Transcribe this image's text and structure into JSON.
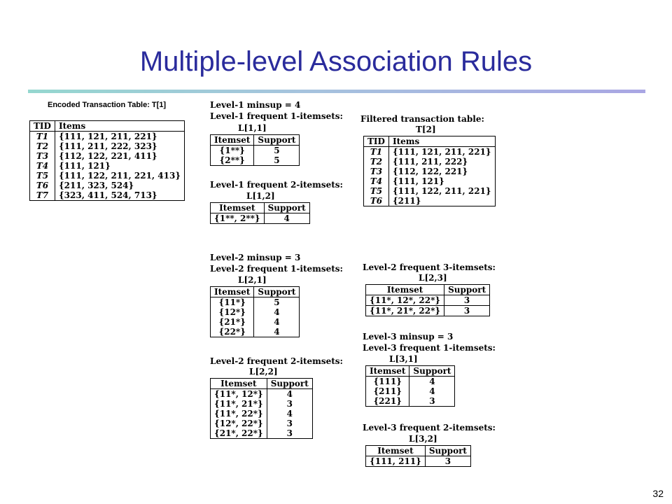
{
  "title": "Multiple-level Association Rules",
  "page_number": "32",
  "encoded_table": {
    "caption": "Encoded Transaction Table: T[1]",
    "headers": [
      "TID",
      "Items"
    ],
    "rows": [
      [
        "T1",
        "{111, 121, 211, 221}"
      ],
      [
        "T2",
        "{111, 211, 222, 323}"
      ],
      [
        "T3",
        "{112, 122, 221, 411}"
      ],
      [
        "T4",
        "{111, 121}"
      ],
      [
        "T5",
        "{111, 122, 211, 221, 413}"
      ],
      [
        "T6",
        "{211, 323, 524}"
      ],
      [
        "T7",
        "{323, 411, 524, 713}"
      ]
    ]
  },
  "level1": {
    "minsup": "Level-1 minsup = 4",
    "frequent1_caption": "Level-1 frequent 1-itemsets:",
    "l11_label": "L[1,1]",
    "l11": {
      "headers": [
        "Itemset",
        "Support"
      ],
      "rows": [
        [
          "{1**}",
          "5"
        ],
        [
          "{2**}",
          "5"
        ]
      ]
    },
    "frequent2_caption": "Level-1 frequent 2-itemsets:",
    "l12_label": "L[1,2]",
    "l12": {
      "headers": [
        "Itemset",
        "Support"
      ],
      "rows": [
        [
          "{1**, 2**}",
          "4"
        ]
      ]
    }
  },
  "filtered_table": {
    "caption": "Filtered transaction table:",
    "label": "T[2]",
    "headers": [
      "TID",
      "Items"
    ],
    "rows": [
      [
        "T1",
        "{111, 121, 211, 221}"
      ],
      [
        "T2",
        "{111, 211, 222}"
      ],
      [
        "T3",
        "{112, 122, 221}"
      ],
      [
        "T4",
        "{111, 121}"
      ],
      [
        "T5",
        "{111, 122, 211, 221}"
      ],
      [
        "T6",
        "{211}"
      ]
    ]
  },
  "level2": {
    "minsup": "Level-2 minsup = 3",
    "frequent1_caption": "Level-2 frequent 1-itemsets:",
    "l21_label": "L[2,1]",
    "l21": {
      "headers": [
        "Itemset",
        "Support"
      ],
      "rows": [
        [
          "{11*}",
          "5"
        ],
        [
          "{12*}",
          "4"
        ],
        [
          "{21*}",
          "4"
        ],
        [
          "{22*}",
          "4"
        ]
      ]
    },
    "frequent2_caption": "Level-2 frequent 2-itemsets:",
    "l22_label": "L[2,2]",
    "l22": {
      "headers": [
        "Itemset",
        "Support"
      ],
      "rows": [
        [
          "{11*, 12*}",
          "4"
        ],
        [
          "{11*, 21*}",
          "3"
        ],
        [
          "{11*, 22*}",
          "4"
        ],
        [
          "{12*, 22*}",
          "3"
        ],
        [
          "{21*, 22*}",
          "3"
        ]
      ]
    },
    "frequent3_caption": "Level-2 frequent 3-itemsets:",
    "l23_label": "L[2,3]",
    "l23": {
      "headers": [
        "Itemset",
        "Support"
      ],
      "rows": [
        [
          "{11*, 12*, 22*}",
          "3"
        ],
        [
          "{11*, 21*, 22*}",
          "3"
        ]
      ]
    }
  },
  "level3": {
    "minsup": "Level-3 minsup = 3",
    "frequent1_caption": "Level-3 frequent 1-itemsets:",
    "l31_label": "L[3,1]",
    "l31": {
      "headers": [
        "Itemset",
        "Support"
      ],
      "rows": [
        [
          "{111}",
          "4"
        ],
        [
          "{211}",
          "4"
        ],
        [
          "{221}",
          "3"
        ]
      ]
    },
    "frequent2_caption": "Level-3 frequent 2-itemsets:",
    "l32_label": "L[3,2]",
    "l32": {
      "headers": [
        "Itemset",
        "Support"
      ],
      "rows": [
        [
          "{111, 211}",
          "3"
        ]
      ]
    }
  }
}
